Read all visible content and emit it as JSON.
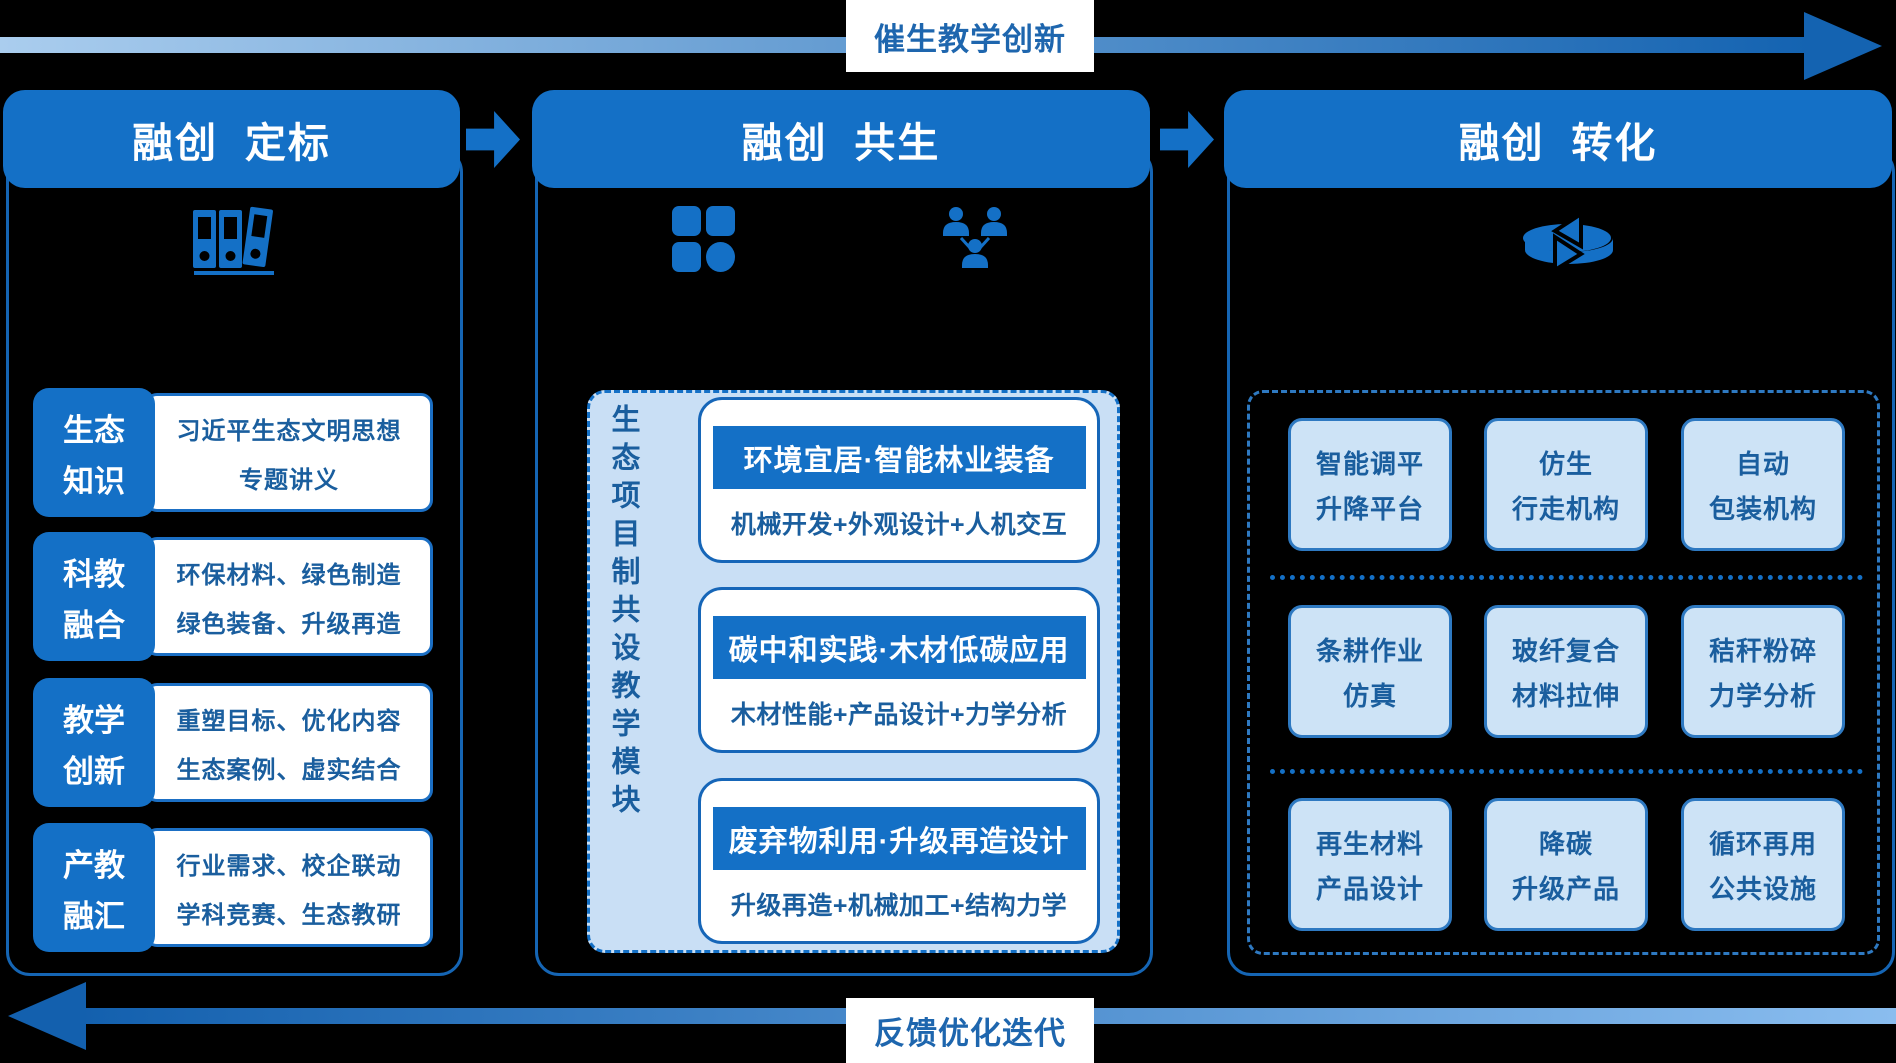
{
  "banners": {
    "top": "催生教学创新",
    "bottom": "反馈优化迭代"
  },
  "columns": {
    "define": {
      "title": "融创  定标",
      "rows": [
        {
          "label": [
            "生态",
            "知识"
          ],
          "lines": [
            "习近平生态文明思想",
            "专题讲义"
          ]
        },
        {
          "label": [
            "科教",
            "融合"
          ],
          "lines": [
            "环保材料、绿色制造",
            "绿色装备、升级再造"
          ]
        },
        {
          "label": [
            "教学",
            "创新"
          ],
          "lines": [
            "重塑目标、优化内容",
            "生态案例、虚实结合"
          ]
        },
        {
          "label": [
            "产教",
            "融汇"
          ],
          "lines": [
            "行业需求、校企联动",
            "学科竞赛、生态教研"
          ]
        }
      ]
    },
    "symbiosis": {
      "title": "融创  共生",
      "vertical_label": "生态项目制共设教学模块",
      "modules": [
        {
          "title": "环境宜居·智能林业装备",
          "subtitle": "机械开发+外观设计+人机交互"
        },
        {
          "title": "碳中和实践·木材低碳应用",
          "subtitle": "木材性能+产品设计+力学分析"
        },
        {
          "title": "废弃物利用·升级再造设计",
          "subtitle": "升级再造+机械加工+结构力学"
        }
      ]
    },
    "transform": {
      "title": "融创  转化",
      "cells": [
        [
          "智能调平",
          "升降平台"
        ],
        [
          "仿生",
          "行走机构"
        ],
        [
          "自动",
          "包装机构"
        ],
        [
          "条耕作业",
          "仿真"
        ],
        [
          "玻纤复合",
          "材料拉伸"
        ],
        [
          "秸秆粉碎",
          "力学分析"
        ],
        [
          "再生材料",
          "产品设计"
        ],
        [
          "降碳",
          "升级产品"
        ],
        [
          "循环再用",
          "公共设施"
        ]
      ]
    }
  },
  "colors": {
    "primary": "#1470c6",
    "body_border": "#1565b4",
    "panel_fill": "#c9dff5",
    "cell_fill": "#cde3f6",
    "text_dark": "#1a5e9e",
    "banner_text": "#1e66ae",
    "band_light": "#aacdee",
    "band_dark": "#1463b1"
  }
}
